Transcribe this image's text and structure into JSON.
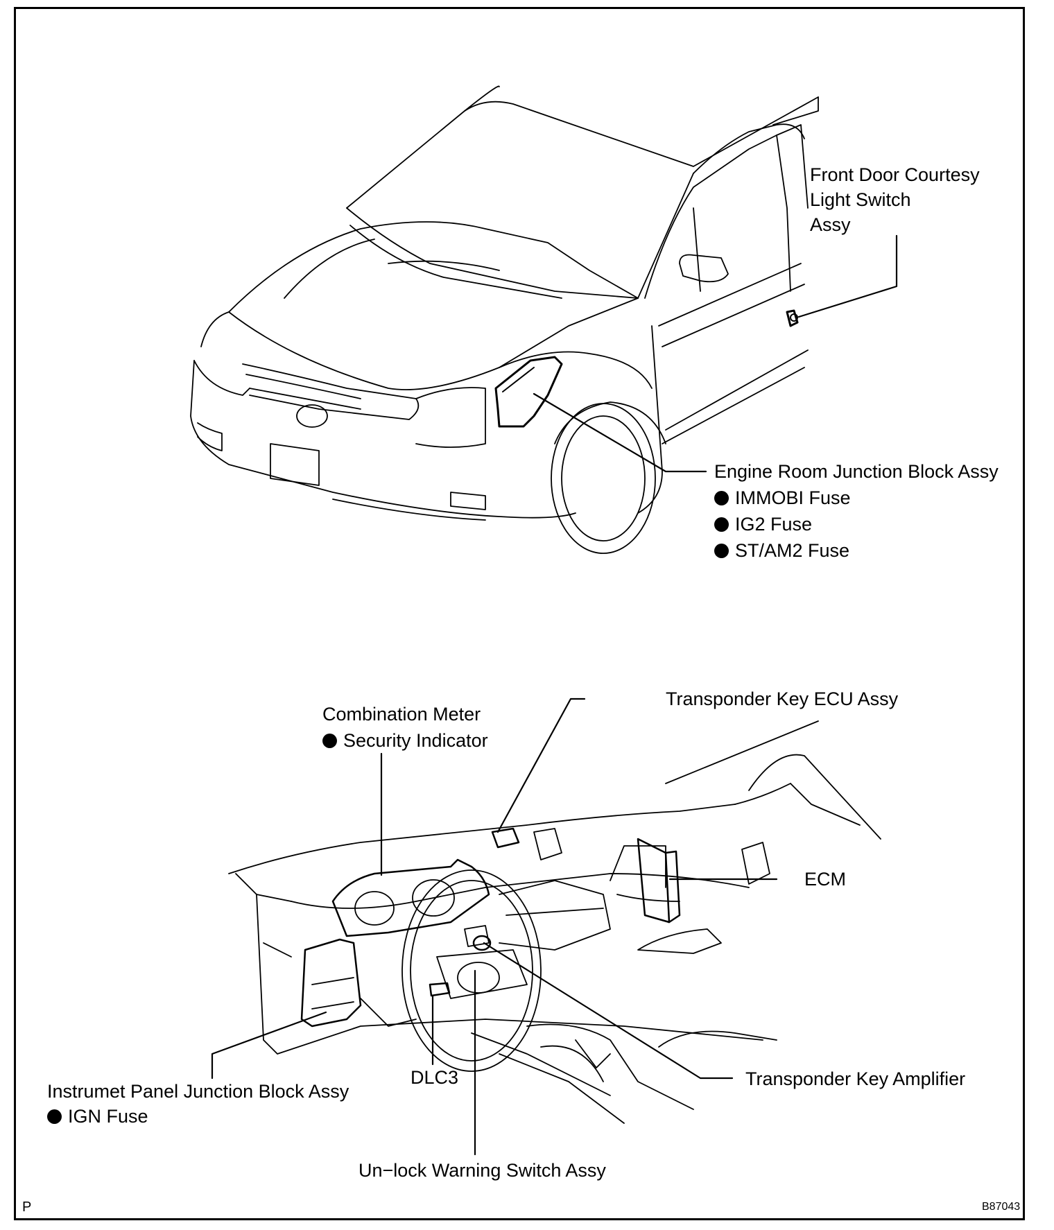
{
  "labels": {
    "front_door": [
      "Front Door Courtesy",
      "Light Switch",
      "Assy"
    ],
    "engine_room": "Engine Room Junction Block Assy",
    "engine_room_fuses": [
      "IMMOBI Fuse",
      "IG2 Fuse",
      "ST/AM2 Fuse"
    ],
    "combination_meter": "Combination Meter",
    "security_indicator": "Security Indicator",
    "transponder_ecu": "Transponder Key ECU Assy",
    "ecm": "ECM",
    "transponder_amp": "Transponder Key Amplifier",
    "dlc3": "DLC3",
    "instrument_panel": "Instrumet Panel Junction Block Assy",
    "ign_fuse": "IGN Fuse",
    "unlock_switch": "Un−lock Warning Switch Assy"
  },
  "corner_left": "P",
  "corner_right": "B87043"
}
